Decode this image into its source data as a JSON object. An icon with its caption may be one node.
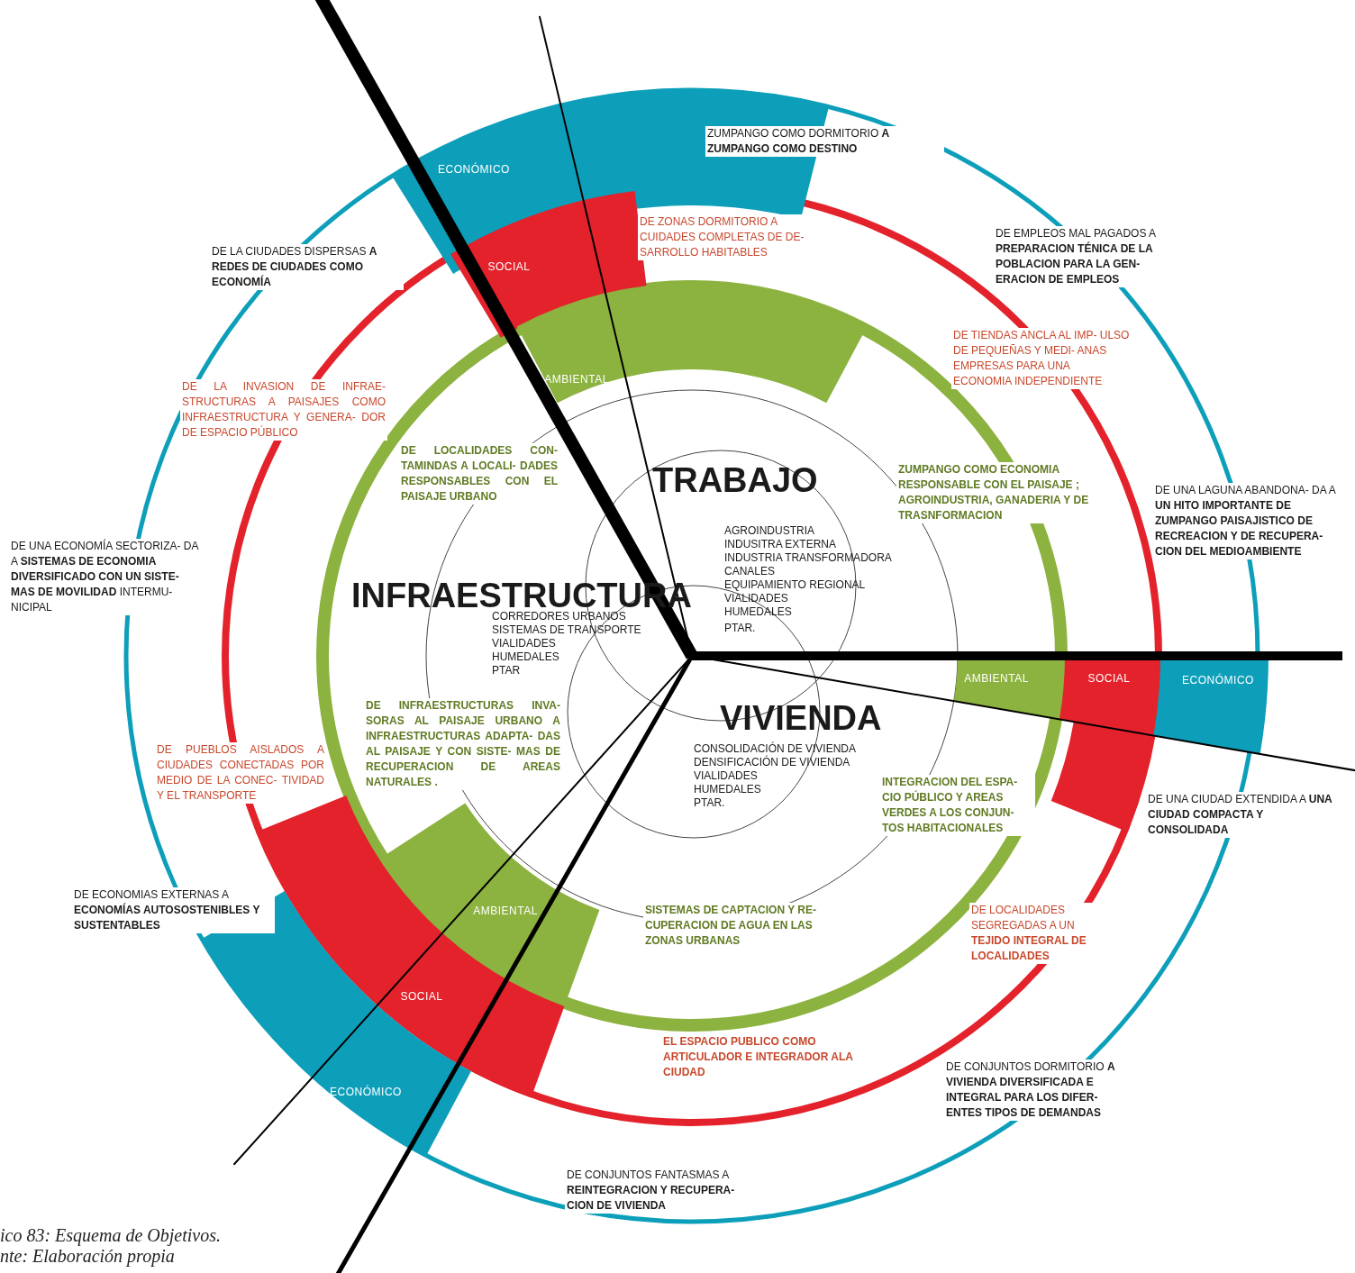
{
  "diagram": {
    "caption": "ico 83: Esquema de Objetivos. nte: Elaboración propia",
    "nodes": [
      {
        "text": [
          "ECONÓMICO"
        ]
      },
      {
        "text": [
          "SOCIAL"
        ]
      },
      {
        "text": [
          "AMBIENTAL"
        ]
      },
      {
        "text": [
          "AMBIENTAL"
        ]
      },
      {
        "text": [
          "SOCIAL"
        ]
      },
      {
        "text": [
          "ECONÓMICO"
        ]
      },
      {
        "text": [
          "AMBIENTAL"
        ]
      },
      {
        "text": [
          "SOCIAL"
        ]
      },
      {
        "text": [
          "ECONÓMICO"
        ]
      }
    ],
    "labels": [
      "ZUMPANGO COMO DORMITORIO **A ZUMPANGO COMO DESTINO**",
      "DE LA CIUDADES DISPERSAS **A REDES DE CIUDADES COMO ECONOMÍA**",
      "DE ZONAS DORMITORIO A CUIDADES COMPLETAS DE DE- SARROLLO HABITABLES",
      "DE EMPLEOS MAL PAGADOS A **PREPARACION TÉNICA DE LA POBLACION PARA LA GEN- ERACION DE EMPLEOS**",
      "DE TIENDAS ANCLA AL IMP- ULSO DE PEQUEÑAS Y MEDI- ANAS EMPRESAS PARA UNA ECONOMIA INDEPENDIENTE",
      "DE LA INVASION DE INFRAE- STRUCTURAS A PAISAJES COMO INFRAESTRUCTURA Y GENERA- DOR DE ESPACIO PÚBLICO",
      "DE LOCALIDADES CON- TAMINDAS A LOCALI- DADES RESPONSABLES CON EL PAISAJE URBANO",
      "TRABAJO",
      "ZUMPANGO COMO ECONOMIA RESPONSABLE CON EL PAISAJE ; AGROINDUSTRIA, GANADERIA Y DE TRASNFORMACION",
      "DE UNA LAGUNA ABANDONA- DA A **UN HITO IMPORTANTE DE ZUMPANGO PAISAJISTICO DE RECREACION Y DE RECUPERA- CION DEL MEDIOAMBIENTE**",
      "AGROINDUSTRIA",
      "INDUSITRA EXTERNA",
      "INDUSTRIA TRANSFORMADORA",
      "CANALES",
      "EQUIPAMIENTO REGIONAL",
      "VIALIDADES",
      "HUMEDALES",
      "PTAR.",
      "DE UNA ECONOMÍA SECTORIZA- DA A **SISTEMAS DE ECONOMIA DIVERSIFICADO CON UN SISTE- MAS DE MOVILIDAD** INTERMU- NICIPAL",
      "INFRAESTRUCTURA",
      "CORREDORES URBANOS",
      "SISTEMAS DE TRANSPORTE",
      "VIALIDADES",
      "HUMEDALES",
      "PTAR",
      "VIVIENDA",
      "DE INFRAESTRUCTURAS INVA- SORAS AL PAISAJE URBANO A INFRAESTRUCTURAS ADAPTA- DAS AL PAISAJE Y CON SISTE- MAS DE RECUPERACION DE AREAS NATURALES .",
      "CONSOLIDACIÓN DE VIVIENDA",
      "DENSIFICACIÓN DE VIVIENDA",
      "VIALIDADES",
      "HUMEDALES",
      "PTAR.",
      "DE PUEBLOS AISLADOS A CIUDADES CONECTADAS POR MEDIO DE LA CONEC- TIVIDAD Y EL TRANSPORTE",
      "INTEGRACION DEL ESPA- CIO PÚBLICO Y AREAS VERDES A LOS CONJUN- TOS HABITACIONALES",
      "DE UNA CIUDAD EXTENDIDA A **UNA CIUDAD COMPACTA Y CONSOLIDADA**",
      "DE ECONOMIAS EXTERNAS A **ECONOMÍAS AUTOSOSTENIBLES Y SUSTENTABLES**",
      "SISTEMAS DE CAPTACION Y RE- CUPERACION DE AGUA EN LAS ZONAS URBANAS",
      "DE LOCALIDADES SEGREGADAS A UN **TEJIDO INTEGRAL DE LOCALIDADES**",
      "EL ESPACIO PUBLICO COMO ARTICULADOR E INTEGRADOR ALA CIUDAD",
      "DE CONJUNTOS DORMITORIO **A VIVIENDA DIVERSIFICADA E INTEGRAL PARA LOS DIFER- ENTES TIPOS DE DEMANDAS**",
      "DE CONJUNTOS FANTASMAS A **REINTEGRACION Y RECUPERA- CION DE VIVIENDA**"
    ]
  }
}
